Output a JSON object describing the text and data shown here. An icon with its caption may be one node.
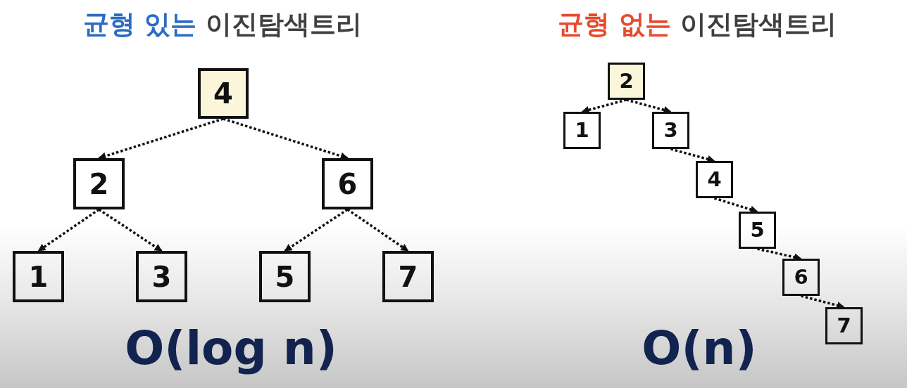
{
  "diagram": {
    "nodes": [
      {
        "text": [
          "4"
        ]
      },
      {
        "text": [
          "2"
        ]
      },
      {
        "text": [
          "6"
        ]
      },
      {
        "text": [
          "1"
        ]
      },
      {
        "text": [
          "3"
        ]
      },
      {
        "text": [
          "5"
        ]
      },
      {
        "text": [
          "7"
        ]
      },
      {
        "text": [
          "2"
        ]
      },
      {
        "text": [
          "1"
        ]
      },
      {
        "text": [
          "3"
        ]
      },
      {
        "text": [
          "4"
        ]
      },
      {
        "text": [
          "5"
        ]
      },
      {
        "text": [
          "6"
        ]
      },
      {
        "text": [
          "7"
        ]
      }
    ],
    "edges": [
      {
        "from": 0,
        "to": 1,
        "arrow": "to"
      },
      {
        "from": 0,
        "to": 2,
        "arrow": "to"
      },
      {
        "from": 1,
        "to": 3,
        "arrow": "to"
      },
      {
        "from": 1,
        "to": 4,
        "arrow": "to"
      },
      {
        "from": 2,
        "to": 5,
        "arrow": "to"
      },
      {
        "from": 2,
        "to": 6,
        "arrow": "to"
      },
      {
        "from": 7,
        "to": 8,
        "arrow": "to"
      },
      {
        "from": 7,
        "to": 9,
        "arrow": "to"
      },
      {
        "from": 9,
        "to": 10,
        "arrow": "to"
      },
      {
        "from": 10,
        "to": 11,
        "arrow": "to"
      },
      {
        "from": 11,
        "to": 12,
        "arrow": "to"
      },
      {
        "from": 12,
        "to": 13,
        "arrow": "to"
      }
    ],
    "labels": [
      "균형 있는 이진탐색트리",
      "균형 없는 이진탐색트리",
      "O(log n)",
      "O(n)"
    ]
  }
}
